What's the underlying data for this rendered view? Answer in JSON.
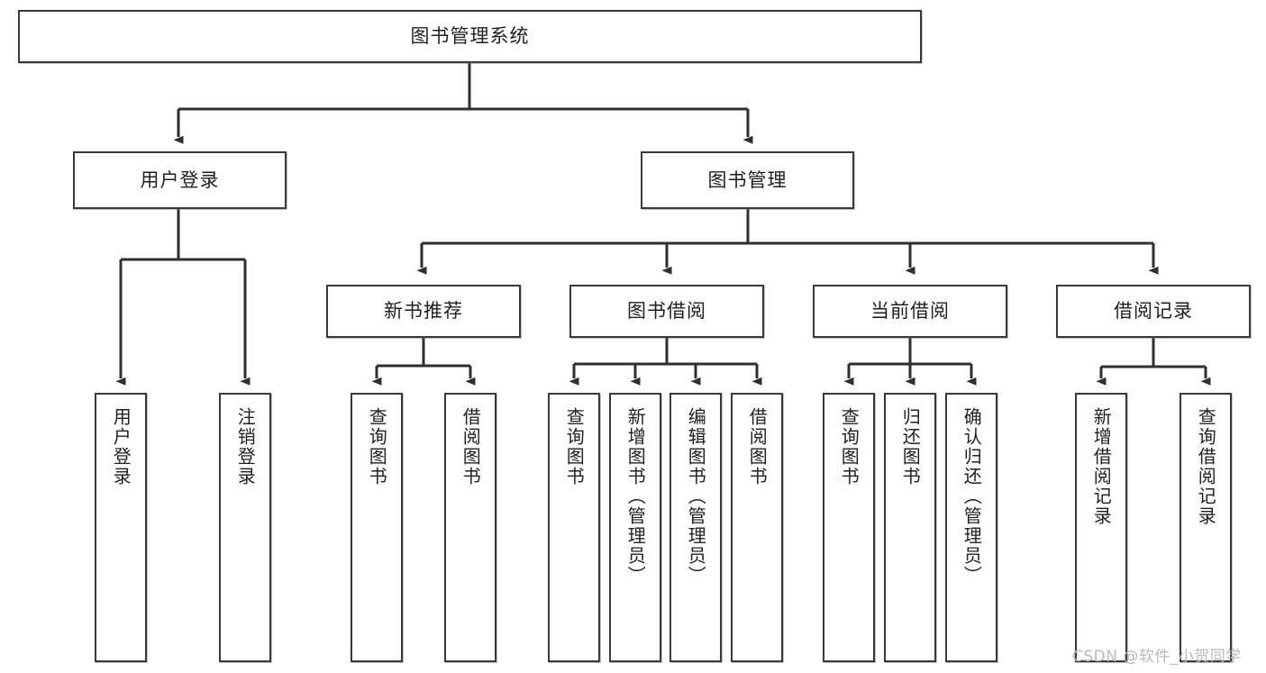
{
  "diagram": {
    "type": "tree-hierarchy",
    "title": "图书管理系统",
    "watermark": "CSDN @软件_小贺同学",
    "theme": {
      "background": "#ffffff",
      "node_fill": "#ffffff",
      "node_stroke": "#3a3a3a",
      "edge_stroke": "#2f2f2f",
      "text_color": "#1f1f1f",
      "watermark_color": "#b9b9b9"
    },
    "nodes": {
      "root": {
        "label": "图书管理系统",
        "level": 0,
        "orientation": "horizontal"
      },
      "l1": [
        {
          "id": "user-login",
          "label": "用户登录",
          "level": 1,
          "orientation": "horizontal"
        },
        {
          "id": "book-mgmt",
          "label": "图书管理",
          "level": 1,
          "orientation": "horizontal"
        }
      ],
      "l2": [
        {
          "id": "new-book-rec",
          "label": "新书推荐",
          "level": 2,
          "orientation": "horizontal",
          "parent": "book-mgmt"
        },
        {
          "id": "book-borrow",
          "label": "图书借阅",
          "level": 2,
          "orientation": "horizontal",
          "parent": "book-mgmt"
        },
        {
          "id": "current-borrow",
          "label": "当前借阅",
          "level": 2,
          "orientation": "horizontal",
          "parent": "book-mgmt"
        },
        {
          "id": "borrow-record",
          "label": "借阅记录",
          "level": 2,
          "orientation": "horizontal",
          "parent": "book-mgmt"
        }
      ],
      "leaves": [
        {
          "id": "leaf-user-login",
          "label": "用户登录",
          "parent": "user-login",
          "orientation": "vertical"
        },
        {
          "id": "leaf-user-logout",
          "label": "注销登录",
          "parent": "user-login",
          "orientation": "vertical"
        },
        {
          "id": "leaf-query-book-rec",
          "label": "查询图书",
          "parent": "new-book-rec",
          "orientation": "vertical"
        },
        {
          "id": "leaf-borrow-book-rec",
          "label": "借阅图书",
          "parent": "new-book-rec",
          "orientation": "vertical"
        },
        {
          "id": "leaf-query-book-bb",
          "label": "查询图书",
          "parent": "book-borrow",
          "orientation": "vertical"
        },
        {
          "id": "leaf-add-book",
          "label": "新增图书（管理员）",
          "parent": "book-borrow",
          "orientation": "vertical"
        },
        {
          "id": "leaf-edit-book",
          "label": "编辑图书（管理员）",
          "parent": "book-borrow",
          "orientation": "vertical"
        },
        {
          "id": "leaf-borrow-book-bb",
          "label": "借阅图书",
          "parent": "book-borrow",
          "orientation": "vertical"
        },
        {
          "id": "leaf-query-book-cb",
          "label": "查询图书",
          "parent": "current-borrow",
          "orientation": "vertical"
        },
        {
          "id": "leaf-return-book",
          "label": "归还图书",
          "parent": "current-borrow",
          "orientation": "vertical"
        },
        {
          "id": "leaf-confirm-return",
          "label": "确认归还（管理员）",
          "parent": "current-borrow",
          "orientation": "vertical"
        },
        {
          "id": "leaf-add-record",
          "label": "新增借阅记录",
          "parent": "borrow-record",
          "orientation": "vertical"
        },
        {
          "id": "leaf-query-record",
          "label": "查询借阅记录",
          "parent": "borrow-record",
          "orientation": "vertical"
        }
      ]
    },
    "edges": [
      {
        "from": "root",
        "to": "user-login"
      },
      {
        "from": "root",
        "to": "book-mgmt"
      },
      {
        "from": "user-login",
        "to": "leaf-user-login"
      },
      {
        "from": "user-login",
        "to": "leaf-user-logout"
      },
      {
        "from": "book-mgmt",
        "to": "new-book-rec"
      },
      {
        "from": "book-mgmt",
        "to": "book-borrow"
      },
      {
        "from": "book-mgmt",
        "to": "current-borrow"
      },
      {
        "from": "book-mgmt",
        "to": "borrow-record"
      },
      {
        "from": "new-book-rec",
        "to": "leaf-query-book-rec"
      },
      {
        "from": "new-book-rec",
        "to": "leaf-borrow-book-rec"
      },
      {
        "from": "book-borrow",
        "to": "leaf-query-book-bb"
      },
      {
        "from": "book-borrow",
        "to": "leaf-add-book"
      },
      {
        "from": "book-borrow",
        "to": "leaf-edit-book"
      },
      {
        "from": "book-borrow",
        "to": "leaf-borrow-book-bb"
      },
      {
        "from": "current-borrow",
        "to": "leaf-query-book-cb"
      },
      {
        "from": "current-borrow",
        "to": "leaf-return-book"
      },
      {
        "from": "current-borrow",
        "to": "leaf-confirm-return"
      },
      {
        "from": "borrow-record",
        "to": "leaf-add-record"
      },
      {
        "from": "borrow-record",
        "to": "leaf-query-record"
      }
    ]
  }
}
